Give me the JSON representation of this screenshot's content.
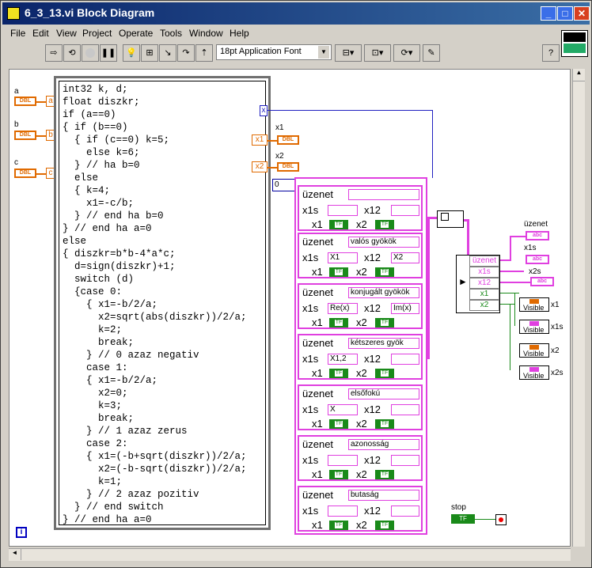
{
  "window": {
    "title": "6_3_13.vi Block Diagram",
    "minimize": "_",
    "maximize": "□",
    "close": "✕"
  },
  "menu": [
    "File",
    "Edit",
    "View",
    "Project",
    "Operate",
    "Tools",
    "Window",
    "Help"
  ],
  "toolbar": {
    "font": "18pt Application Font",
    "help": "?"
  },
  "terminals": {
    "a": {
      "label": "a",
      "type": "DBL",
      "node": "a"
    },
    "b": {
      "label": "b",
      "type": "DBL",
      "node": "b"
    },
    "c": {
      "label": "c",
      "type": "DBL",
      "node": "c"
    },
    "x1": {
      "label": "x1",
      "node": "x1",
      "type": "DBL"
    },
    "x2": {
      "label": "x2",
      "node": "x2",
      "type": "DBL"
    },
    "x_out": "x"
  },
  "code": "int32 k, d;\nfloat diszkr;\nif (a==0)\n{ if (b==0)\n  { if (c==0) k=5;\n    else k=6;\n  } // ha b=0\n  else\n  { k=4;\n    x1=-c/b;\n  } // end ha b=0\n} // end ha a=0\nelse\n{ diszkr=b*b-4*a*c;\n  d=sign(diszkr)+1;\n  switch (d)\n  {case 0:\n    { x1=-b/2/a;\n      x2=sqrt(abs(diszkr))/2/a;\n      k=2;\n      break;\n    } // 0 azaz negativ\n    case 1:\n    { x1=-b/2/a;\n      x2=0;\n      k=3;\n      break;\n    } // 1 azaz zerus\n    case 2:\n    { x1=(-b+sqrt(diszkr))/2/a;\n      x2=(-b-sqrt(diszkr))/2/a;\n      k=1;\n    } // 2 azaz pozitiv\n  } // end switch\n} // end ha a=0",
  "selector_value": "0",
  "clusters": [
    {
      "label": "üzenet",
      "msg": "",
      "x1s": "",
      "x12": "",
      "tf1": "TF",
      "tf2": "TF"
    },
    {
      "label": "üzenet",
      "msg": "valós gyökök",
      "x1s": "X1",
      "x12": "X2",
      "tf1": "TF",
      "tf2": "TF"
    },
    {
      "label": "üzenet",
      "msg": "konjugált gyökök",
      "x1s": "Re(x)",
      "x12": "Im(x)",
      "tf1": "TF",
      "tf2": "TF"
    },
    {
      "label": "üzenet",
      "msg": "kétszeres gyök",
      "x1s": "X1,2",
      "x12": "",
      "tf1": "TF",
      "tf2": "TF"
    },
    {
      "label": "üzenet",
      "msg": "elsőfokú",
      "x1s": "X",
      "x12": "",
      "tf1": "TF",
      "tf2": "TF"
    },
    {
      "label": "üzenet",
      "msg": "azonosság",
      "x1s": "",
      "x12": "",
      "tf1": "TF",
      "tf2": "TF"
    },
    {
      "label": "üzenet",
      "msg": "butaság",
      "x1s": "",
      "x12": "",
      "tf1": "TF",
      "tf2": "TF"
    }
  ],
  "cluster_labels": {
    "x1s": "x1s",
    "x12": "x12",
    "x1": "x1",
    "x2": "x2"
  },
  "unbundle": [
    "üzenet",
    "x1s",
    "x12",
    "x1",
    "x2"
  ],
  "outputs": {
    "uzenet": "üzenet",
    "x1s": "x1s",
    "x2s": "x2s",
    "abc": "abc"
  },
  "visible": [
    {
      "text": "Visible",
      "label": "x1"
    },
    {
      "text": "Visible",
      "label": "x1s"
    },
    {
      "text": "Visible",
      "label": "x2"
    },
    {
      "text": "Visible",
      "label": "x2s"
    }
  ],
  "stop": {
    "label": "stop",
    "tf": "TF"
  },
  "info": "i"
}
